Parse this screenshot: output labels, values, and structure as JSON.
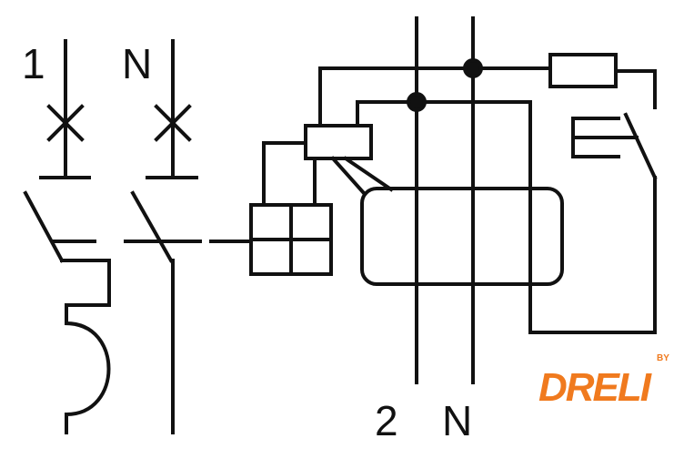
{
  "labels": {
    "pole1_top": "1",
    "poleN_top": "N",
    "pole2_bottom": "2",
    "poleN_bottom": "N"
  },
  "logo": {
    "text": "DRELI",
    "by": "BY",
    "color": "#f07a1e"
  }
}
